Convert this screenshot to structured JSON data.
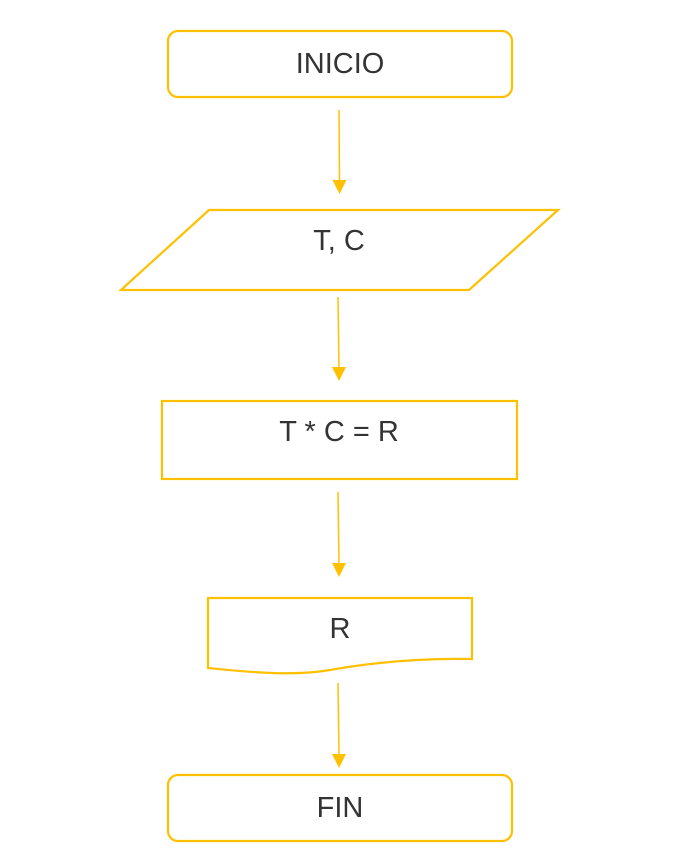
{
  "colors": {
    "stroke": "#FFC000",
    "text": "#333333",
    "background": "#FFFFFF"
  },
  "flowchart": {
    "start": {
      "shape": "terminator",
      "label": "INICIO"
    },
    "input": {
      "shape": "parallelogram",
      "label": "T, C"
    },
    "process": {
      "shape": "rectangle",
      "label": "T * C = R"
    },
    "output": {
      "shape": "document",
      "label": "R"
    },
    "end": {
      "shape": "terminator",
      "label": "FIN"
    }
  }
}
